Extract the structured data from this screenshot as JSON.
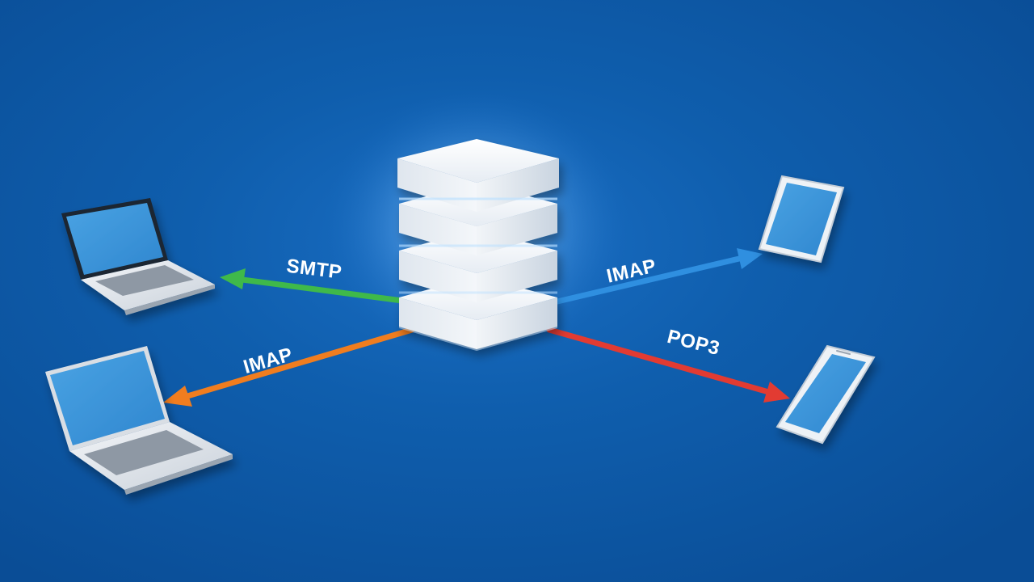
{
  "colors": {
    "background": "#0d57a3",
    "smtp_arrow": "#3fb94a",
    "imap_left_arrow": "#f07d1f",
    "imap_right_arrow": "#2f8fe0",
    "pop3_arrow": "#e23b32",
    "screen": "#3a95da",
    "device_body": "#e8ebef"
  },
  "server": {
    "icon": "server-stack-icon",
    "layers": 4
  },
  "connections": [
    {
      "label": "SMTP",
      "direction": "to-laptop-top",
      "color": "#3fb94a"
    },
    {
      "label": "IMAP",
      "direction": "to-laptop-bottom",
      "color": "#f07d1f"
    },
    {
      "label": "IMAP",
      "direction": "to-tablet",
      "color": "#2f8fe0"
    },
    {
      "label": "POP3",
      "direction": "to-phone",
      "color": "#e23b32"
    }
  ],
  "devices": [
    {
      "icon": "laptop-icon"
    },
    {
      "icon": "laptop-icon"
    },
    {
      "icon": "tablet-icon"
    },
    {
      "icon": "smartphone-icon"
    }
  ]
}
